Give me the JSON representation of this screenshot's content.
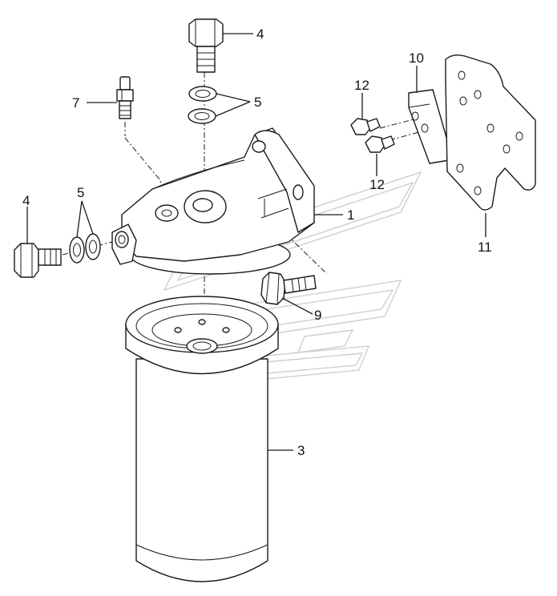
{
  "labels": {
    "callout_1": "1",
    "callout_3": "3",
    "callout_4_top": "4",
    "callout_4_left": "4",
    "callout_5_top": "5",
    "callout_5_left": "5",
    "callout_7": "7",
    "callout_9": "9",
    "callout_10": "10",
    "callout_11": "11",
    "callout_12_top": "12",
    "callout_12_bottom": "12"
  }
}
